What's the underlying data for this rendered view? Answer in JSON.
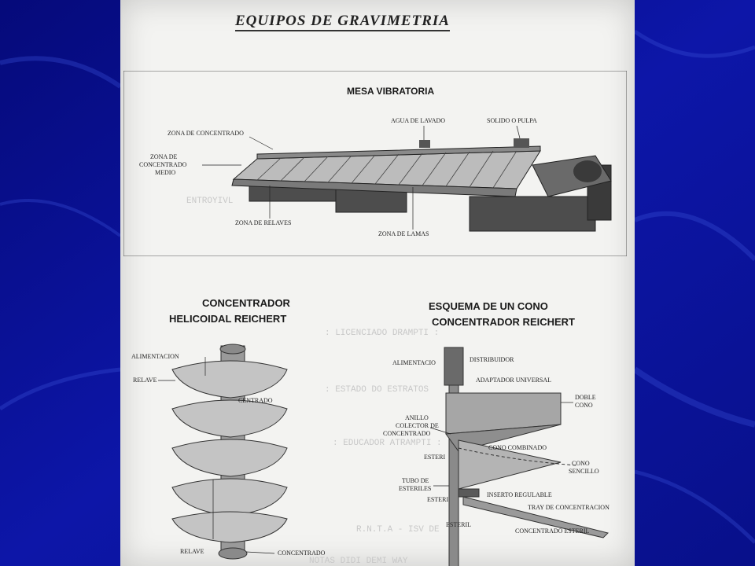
{
  "title": "EQUIPOS DE GRAVIMETRIA",
  "mesa": {
    "title": "MESA VIBRATORIA",
    "labels": {
      "zona_concentrado": "ZONA DE CONCENTRADO",
      "agua_lavado": "AGUA DE LAVADO",
      "solido_pulpa": "SOLIDO O PULPA",
      "zona_medio_1": "ZONA DE",
      "zona_medio_2": "CONCENTRADO",
      "zona_medio_3": "MEDIO",
      "zona_relaves": "ZONA DE RELAVES",
      "zona_lamas": "ZONA DE LAMAS"
    }
  },
  "helicoidal": {
    "title_line1": "CONCENTRADOR",
    "title_line2": "HELICOIDAL REICHERT",
    "labels": {
      "alimentacion": "ALIMENTACION",
      "relave_top": "RELAVE",
      "concentrado_mid": "CENTRADO",
      "relave_bottom": "RELAVE",
      "concentrado_bottom": "CONCENTRADO"
    }
  },
  "cono": {
    "title_line1": "ESQUEMA DE UN CONO",
    "title_line2": "CONCENTRADOR REICHERT",
    "labels": {
      "alimentacion": "ALIMENTACIO",
      "distribuidor": "DISTRIBUIDOR",
      "adaptador": "ADAPTADOR UNIVERSAL",
      "doble_cono_1": "DOBLE",
      "doble_cono_2": "CONO",
      "anillo_1": "ANILLO",
      "anillo_2": "COLECTOR DE",
      "anillo_3": "CONCENTRADO",
      "cono_combinado": "CONO COMBINADO",
      "esteril_1": "ESTERI",
      "cono_sencillo_1": "CONO",
      "cono_sencillo_2": "SENCILLO",
      "tubo_1": "TUBO DE",
      "tubo_2": "ESTERILES",
      "esteril_2": "ESTERI",
      "inserto": "INSERTO REGULABLE",
      "tray": "TRAY DE CONCENTRACION",
      "esteril_3": "ESTERIL",
      "concentrado_esteril": "CONCENTRADO ESTERIL"
    }
  },
  "colors": {
    "background": "#0a0f8c",
    "paper": "#f3f3f1",
    "ink": "#222222"
  }
}
